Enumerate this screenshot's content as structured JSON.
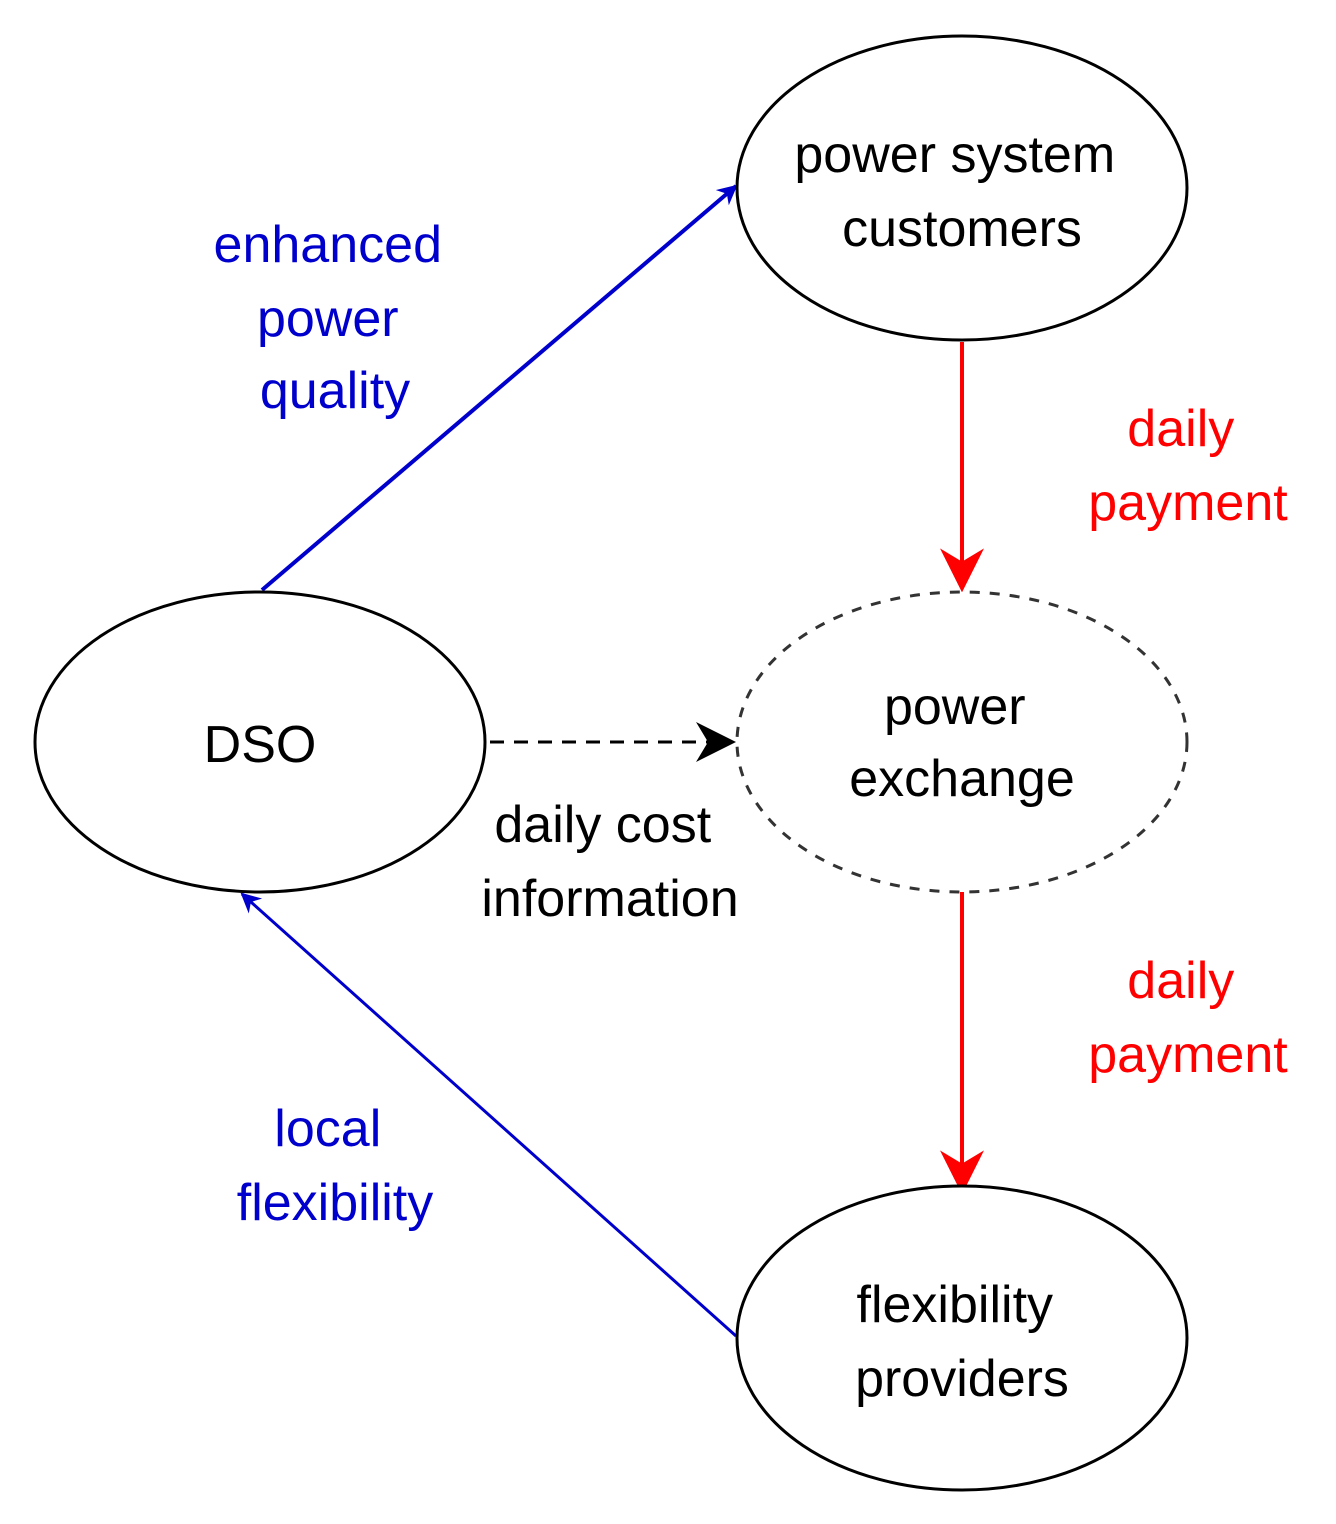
{
  "nodes": {
    "power_system_customers": {
      "lines": [
        "power system",
        "customers"
      ],
      "border": "solid"
    },
    "dso": {
      "lines": [
        "DSO"
      ],
      "border": "solid"
    },
    "power_exchange": {
      "lines": [
        "power",
        "exchange"
      ],
      "border": "dashed"
    },
    "flexibility_providers": {
      "lines": [
        "flexibility",
        "providers"
      ],
      "border": "solid"
    }
  },
  "edges": {
    "enhanced_power_quality": {
      "lines": [
        "enhanced",
        "power",
        "quality"
      ],
      "color": "#0000cc",
      "from": "DSO",
      "to": "power system customers"
    },
    "daily_payment_top": {
      "lines": [
        "daily",
        "payment"
      ],
      "color": "#ff0000",
      "from": "power system customers",
      "to": "power exchange"
    },
    "daily_cost_information": {
      "lines": [
        "daily cost",
        "information"
      ],
      "color": "#000000",
      "from": "DSO",
      "to": "power exchange",
      "style": "dashed"
    },
    "daily_payment_bottom": {
      "lines": [
        "daily",
        "payment"
      ],
      "color": "#ff0000",
      "from": "power exchange",
      "to": "flexibility providers"
    },
    "local_flexibility": {
      "lines": [
        "local",
        "flexibility"
      ],
      "color": "#0000cc",
      "from": "flexibility providers",
      "to": "DSO"
    }
  },
  "colors": {
    "node_stroke": "#000000",
    "node_fill": "#ffffff",
    "text": "#000000",
    "blue_flow": "#0000cc",
    "red_flow": "#ff0000"
  }
}
